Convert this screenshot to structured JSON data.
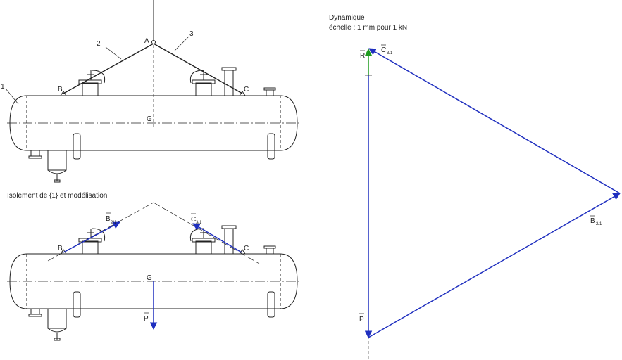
{
  "figure": {
    "top_view": {
      "labels": {
        "part": "1",
        "sling_left": "2",
        "sling_right": "3",
        "point_a": "A",
        "point_b": "B",
        "point_c": "C",
        "point_g": "G"
      }
    },
    "isolation": {
      "title": "Isolement de {1} et modélisation",
      "labels": {
        "point_b": "B",
        "point_c": "C",
        "point_g": "G",
        "force_b": "B",
        "force_b_sub": "2/1",
        "force_c": "C",
        "force_c_sub": "3/1",
        "force_p": "P"
      }
    },
    "dynamic": {
      "title": "Dynamique",
      "scale": "échelle : 1 mm pour 1 kN",
      "labels": {
        "r": "R",
        "c": "C",
        "c_sub": "3/1",
        "b": "B",
        "b_sub": "2/1",
        "p": "P"
      }
    },
    "colors": {
      "line": "#222222",
      "force": "#1f2fbf",
      "resultant": "#1e9a1e"
    }
  }
}
